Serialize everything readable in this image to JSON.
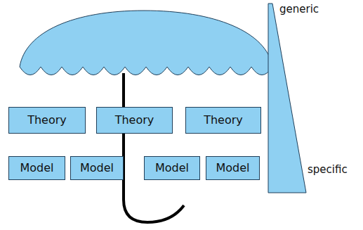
{
  "diagram": {
    "nodes": [
      {
        "text": [
          "Theory"
        ]
      },
      {
        "text": [
          "Theory"
        ]
      },
      {
        "text": [
          "Theory"
        ]
      },
      {
        "text": [
          "Model"
        ]
      },
      {
        "text": [
          "Model"
        ]
      },
      {
        "text": [
          "Model"
        ]
      },
      {
        "text": [
          "Model"
        ]
      }
    ],
    "labels": [
      "generic",
      "specific"
    ]
  }
}
